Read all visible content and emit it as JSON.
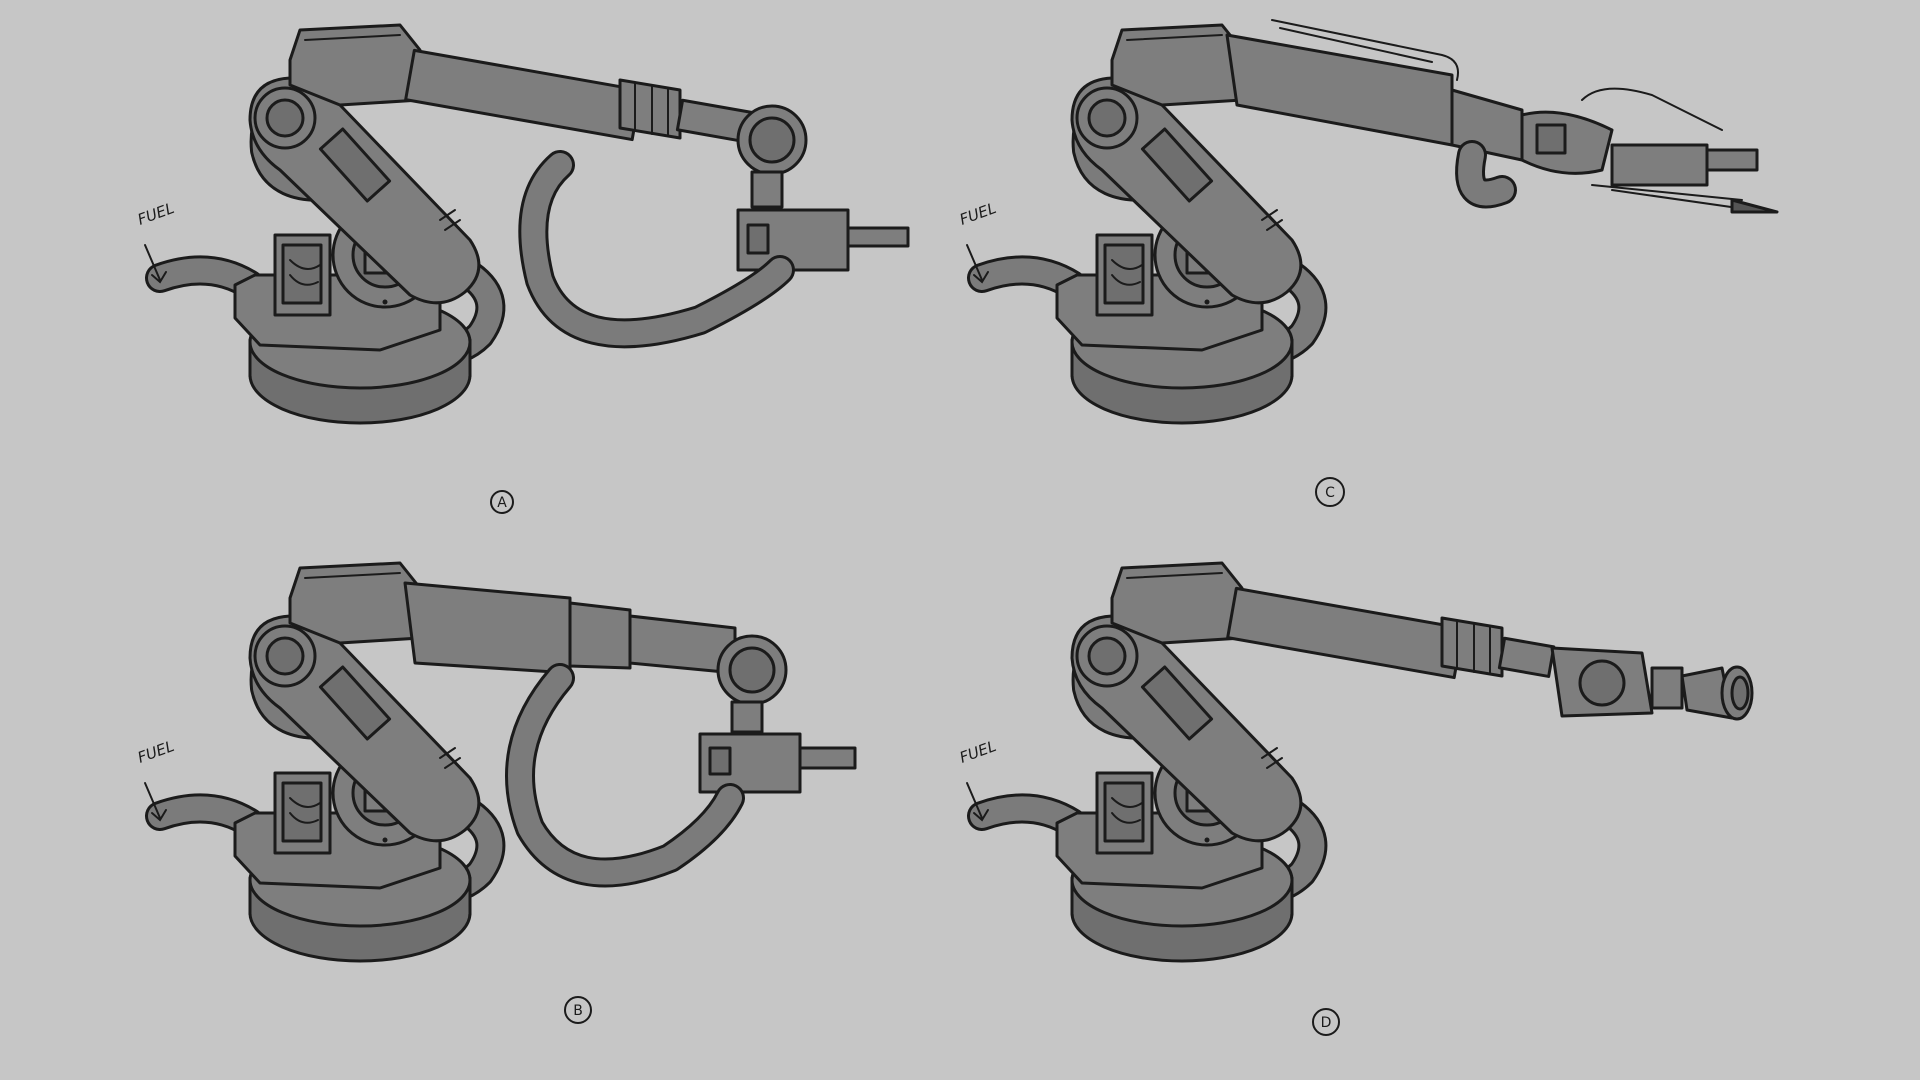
{
  "colors": {
    "background": "#c6c6c6",
    "metal": "#7e7e7e",
    "ink": "#1b1b1b"
  },
  "sketches": [
    {
      "id": "A",
      "fuel_label": "FUEL",
      "variant_label": "A",
      "arm": "cylinder-welder"
    },
    {
      "id": "B",
      "fuel_label": "FUEL",
      "variant_label": "B",
      "arm": "box-welder"
    },
    {
      "id": "C",
      "fuel_label": "FUEL",
      "variant_label": "C",
      "arm": "piston-torch"
    },
    {
      "id": "D",
      "fuel_label": "FUEL",
      "variant_label": "D",
      "arm": "cylinder-nozzle"
    }
  ]
}
